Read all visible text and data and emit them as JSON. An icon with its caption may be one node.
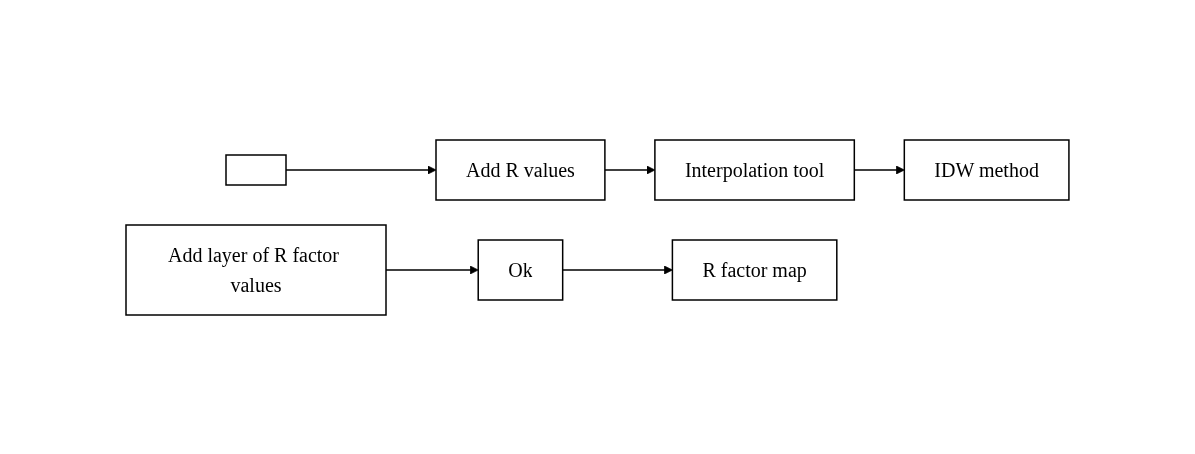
{
  "diagram": {
    "nodes": [
      {
        "text": [],
        "shape": "box"
      },
      {
        "text": [
          "Add R values"
        ]
      },
      {
        "text": [
          "Interpolation tool"
        ]
      },
      {
        "text": [
          "IDW method"
        ]
      },
      {
        "text": [
          "R factor map"
        ]
      },
      {
        "text": [
          "Ok"
        ]
      },
      {
        "text": [
          "Add layer of R factor values"
        ]
      }
    ],
    "edges": [
      {
        "from": 0,
        "to": 1,
        "arrow": "to"
      },
      {
        "from": 1,
        "to": 2,
        "arrow": "to"
      },
      {
        "from": 2,
        "to": 3,
        "arrow": "to"
      },
      {
        "from": 6,
        "to": 5,
        "arrow": "to"
      },
      {
        "from": 5,
        "to": 4,
        "arrow": "to"
      }
    ]
  }
}
